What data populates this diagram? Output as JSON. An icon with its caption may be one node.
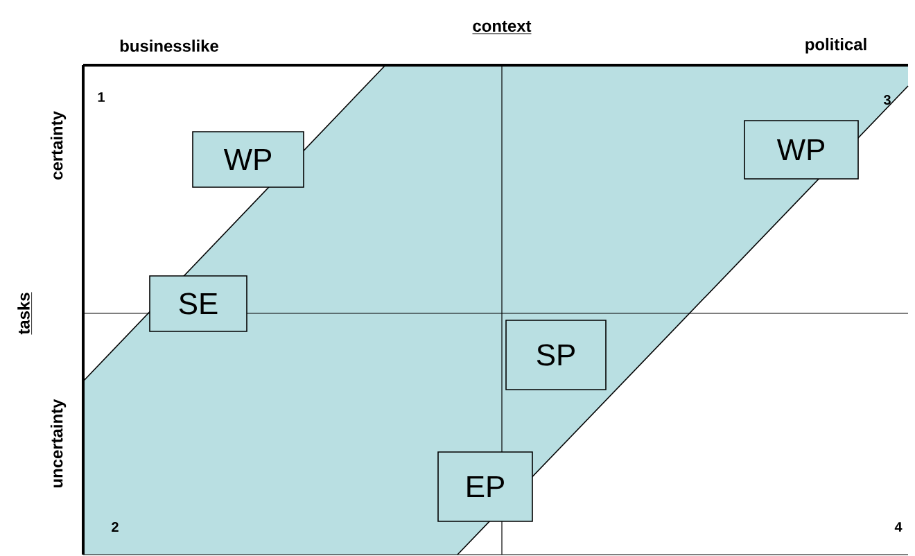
{
  "diagram": {
    "nodes": [
      {
        "text": [
          "WP"
        ]
      },
      {
        "text": [
          "WP"
        ]
      },
      {
        "text": [
          "SE"
        ]
      },
      {
        "text": [
          "SP"
        ]
      },
      {
        "text": [
          "EP"
        ]
      }
    ],
    "labels": [
      "context",
      "businesslike",
      "political",
      "certainty",
      "tasks",
      "uncertainty",
      "1",
      "3",
      "2",
      "4"
    ]
  }
}
